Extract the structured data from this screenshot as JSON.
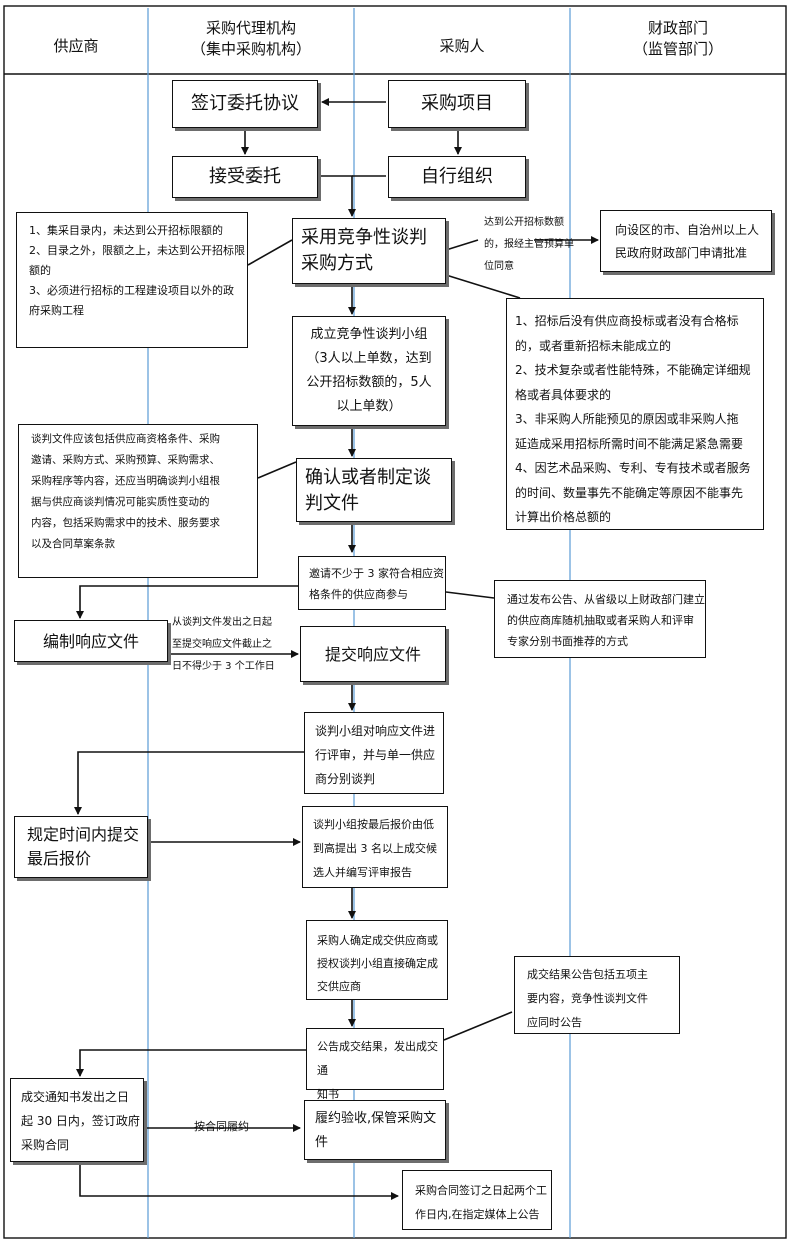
{
  "headers": {
    "supplier": "供应商",
    "agency": "采购代理机构\n（集中采购机构）",
    "purchaser": "采购人",
    "finance": "财政部门\n（监管部门）"
  },
  "nodes": {
    "sign_agreement": "签订委托协议",
    "procurement_project": "采购项目",
    "accept_entrust": "接受委托",
    "self_organize": "自行组织",
    "adopt_method": "采用竞争性谈判\n采购方式",
    "form_group": "成立竞争性谈判小组\n（3人以上单数，达到\n公开招标数额的，5人\n以上单数）",
    "confirm_docs": "确认或者制定谈\n判文件",
    "invite_suppliers": "邀请不少于 3 家符合相应资\n格条件的供应商参与",
    "prepare_response": "编制响应文件",
    "submit_response": "提交响应文件",
    "review_negotiate": "谈判小组对响应文件进\n行评审，并与单一供应\n商分别谈判",
    "final_quote": "规定时间内提交\n最后报价",
    "candidates": "谈判小组按最后报价由低\n到高提出 3 名以上成交候\n选人并编写评审报告",
    "determine_winner": "采购人确定成交供应商或\n授权谈判小组直接确定成\n交供应商",
    "announce": "公告成交结果，发出成交通\n知书",
    "sign_contract": "成交通知书发出之日\n起 30 日内，签订政府\n采购合同",
    "acceptance": "履约验收,保管采购文\n件",
    "publish_contract": "采购合同签订之日起两个工\n作日内,在指定媒体上公告",
    "apply_approval": "向设区的市、自治州以上人\n民政府财政部门申请批准"
  },
  "notes": {
    "conditions_left": "1、集采目录内，未达到公开招标限额的\n2、目录之外，限额之上，未达到公开招标限\n额的\n3、必须进行招标的工程建设项目以外的政\n府采购工程",
    "threshold": "达到公开招标数额\n的，报经主管预算单\n位同意",
    "conditions_right": "1、招标后没有供应商投标或者没有合格标\n的，或者重新招标未能成立的\n2、技术复杂或者性能特殊，不能确定详细规\n格或者具体要求的\n3、非采购人所能预见的原因或非采购人拖\n延造成采用招标所需时间不能满足紧急需要\n4、因艺术品采购、专利、专有技术或者服务\n的时间、数量事先不能确定等原因不能事先\n计算出价格总额的",
    "doc_contents": "谈判文件应该包括供应商资格条件、采购\n邀请、采购方式、采购预算、采购需求、\n采购程序等内容，还应当明确谈判小组根\n据与供应商谈判情况可能实质性变动的\n内容，包括采购需求中的技术、服务要求\n以及合同草案条款",
    "selection_method": "通过发布公告、从省级以上财政部门建立\n的供应商库随机抽取或者采购人和评审\n专家分别书面推荐的方式",
    "announcement_content": "成交结果公告包括五项主\n要内容，竞争性谈判文件\n应同时公告"
  },
  "labels": {
    "deadline": "从谈判文件发出之日起\n至提交响应文件截止之\n日不得少于 3 个工作日",
    "perform": "按合同履约"
  }
}
